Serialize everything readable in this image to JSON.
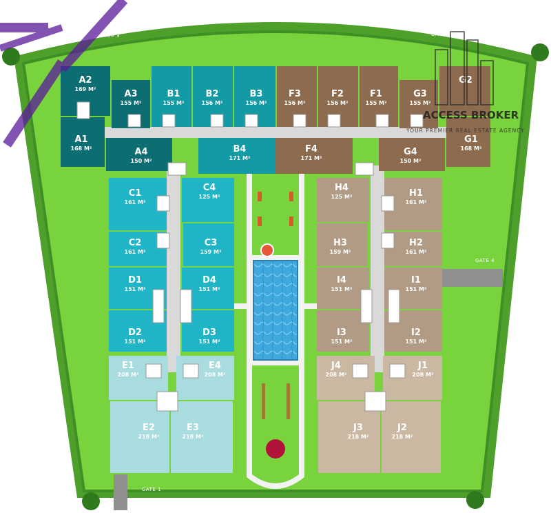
{
  "colors": {
    "lawn": "#79d33c",
    "lawn_edge": "#4ea02a",
    "hedge": "#3f8f26",
    "path": "#f2f2f2",
    "road": "#8f8f8f",
    "pool": "#3fa8dc",
    "dark_teal": "#0c6d72",
    "teal": "#129aa5",
    "aqua": "#1fb4c6",
    "light_aqua": "#a8dcde",
    "brown": "#8c6b4e",
    "taupe": "#b19b84",
    "light_taupe": "#cbb8a2",
    "watermark_purple": "#5a1a9a"
  },
  "gates": [
    {
      "id": "gate-2",
      "label": "GATE 2"
    },
    {
      "id": "gate-3",
      "label": "GATE 3"
    },
    {
      "id": "gate-4",
      "label": "GATE 4"
    },
    {
      "id": "gate-1",
      "label": "GATE 1"
    }
  ],
  "brand": {
    "name": "ACCESS BROKER",
    "tagline": "YOUR PREMIER REAL ESTATE AGENCY"
  },
  "units": [
    {
      "id": "A2",
      "area": "169 M²",
      "group": "dark_teal"
    },
    {
      "id": "A3",
      "area": "155 M²",
      "group": "dark_teal"
    },
    {
      "id": "A1",
      "area": "168 M²",
      "group": "dark_teal"
    },
    {
      "id": "A4",
      "area": "150 M²",
      "group": "dark_teal"
    },
    {
      "id": "B1",
      "area": "155 M²",
      "group": "teal"
    },
    {
      "id": "B2",
      "area": "156 M²",
      "group": "teal"
    },
    {
      "id": "B3",
      "area": "156 M²",
      "group": "teal"
    },
    {
      "id": "B4",
      "area": "171 M²",
      "group": "teal"
    },
    {
      "id": "F3",
      "area": "156 M²",
      "group": "brown"
    },
    {
      "id": "F2",
      "area": "156 M²",
      "group": "brown"
    },
    {
      "id": "F1",
      "area": "155 M²",
      "group": "brown"
    },
    {
      "id": "F4",
      "area": "171 M²",
      "group": "brown"
    },
    {
      "id": "G3",
      "area": "155 M²",
      "group": "brown"
    },
    {
      "id": "G2",
      "area": "",
      "group": "brown"
    },
    {
      "id": "G1",
      "area": "168 M²",
      "group": "brown"
    },
    {
      "id": "G4",
      "area": "150 M²",
      "group": "brown"
    },
    {
      "id": "C1",
      "area": "161 M²",
      "group": "aqua"
    },
    {
      "id": "C4",
      "area": "125 M²",
      "group": "aqua"
    },
    {
      "id": "C2",
      "area": "161 M²",
      "group": "aqua"
    },
    {
      "id": "C3",
      "area": "159 M²",
      "group": "aqua"
    },
    {
      "id": "D1",
      "area": "151 M²",
      "group": "aqua"
    },
    {
      "id": "D4",
      "area": "151 M²",
      "group": "aqua"
    },
    {
      "id": "D2",
      "area": "151 M²",
      "group": "aqua"
    },
    {
      "id": "D3",
      "area": "151 M²",
      "group": "aqua"
    },
    {
      "id": "E1",
      "area": "208 M²",
      "group": "light_aqua"
    },
    {
      "id": "E4",
      "area": "208 M²",
      "group": "light_aqua"
    },
    {
      "id": "E2",
      "area": "218 M²",
      "group": "light_aqua"
    },
    {
      "id": "E3",
      "area": "218 M²",
      "group": "light_aqua"
    },
    {
      "id": "H4",
      "area": "125 M²",
      "group": "taupe"
    },
    {
      "id": "H1",
      "area": "161 M²",
      "group": "taupe"
    },
    {
      "id": "H3",
      "area": "159 M²",
      "group": "taupe"
    },
    {
      "id": "H2",
      "area": "161 M²",
      "group": "taupe"
    },
    {
      "id": "I4",
      "area": "151 M²",
      "group": "taupe"
    },
    {
      "id": "I1",
      "area": "151 M²",
      "group": "taupe"
    },
    {
      "id": "I3",
      "area": "151 M²",
      "group": "taupe"
    },
    {
      "id": "I2",
      "area": "151 M²",
      "group": "taupe"
    },
    {
      "id": "J4",
      "area": "208 M²",
      "group": "light_taupe"
    },
    {
      "id": "J1",
      "area": "208 M²",
      "group": "light_taupe"
    },
    {
      "id": "J3",
      "area": "218 M²",
      "group": "light_taupe"
    },
    {
      "id": "J2",
      "area": "218 M²",
      "group": "light_taupe"
    }
  ]
}
